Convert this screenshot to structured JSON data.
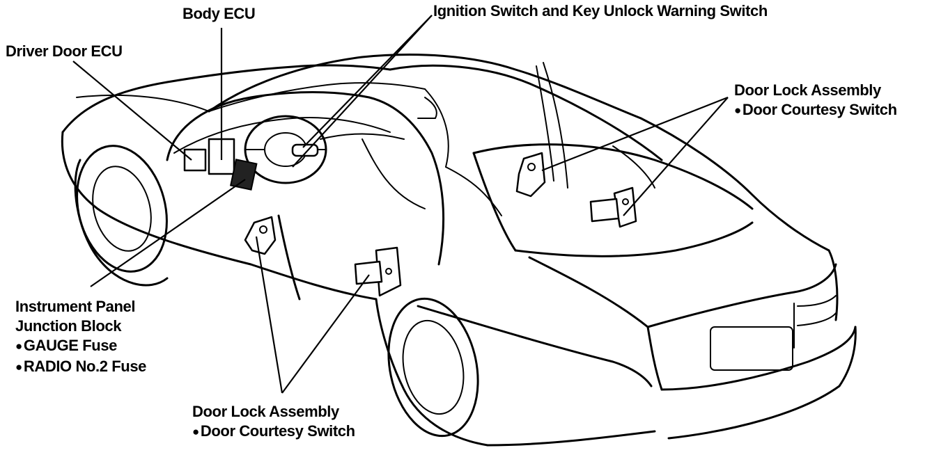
{
  "labels": {
    "body_ecu": "Body ECU",
    "driver_door_ecu": "Driver Door ECU",
    "ignition_switch": "Ignition Switch and Key Unlock Warning Switch",
    "rear_door_lock": {
      "title": "Door Lock Assembly",
      "sub": "Door Courtesy Switch"
    },
    "junction_block": {
      "line1": "Instrument Panel",
      "line2": "Junction Block",
      "fuse1": "GAUGE Fuse",
      "fuse2": "RADIO No.2 Fuse"
    },
    "front_door_lock": {
      "title": "Door Lock Assembly",
      "sub": "Door Courtesy Switch"
    }
  },
  "icons": {
    "bullet": "filled-circle"
  }
}
